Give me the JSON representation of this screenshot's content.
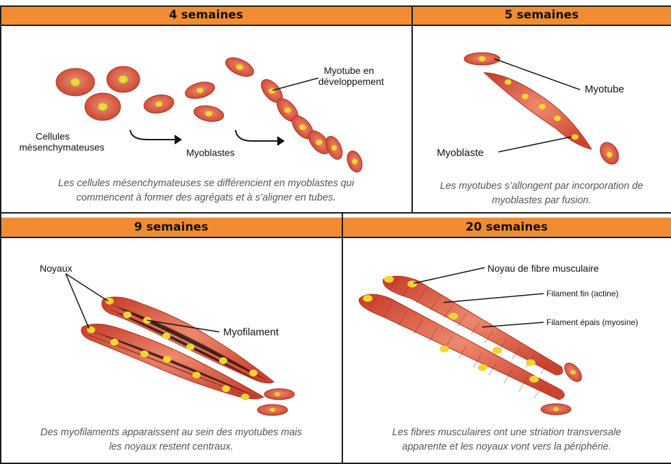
{
  "panels": {
    "p4": {
      "title": "4 semaines",
      "labels": {
        "cells_line1": "Cellules",
        "cells_line2": "mésenchymateuses",
        "myoblasts": "Myoblastes",
        "myotube_line1": "Myotube en",
        "myotube_line2": "développement"
      },
      "caption_line1": "Les cellules mésenchymateuses se différencient en myoblastes qui",
      "caption_line2": "commencent à former des agrégats et à s’aligner en tubes."
    },
    "p5": {
      "title": "5 semaines",
      "labels": {
        "myotube": "Myotube",
        "myoblast": "Myoblaste"
      },
      "caption_line1": "Les myotubes s’allongent par incorporation de",
      "caption_line2": "myoblastes par fusion."
    },
    "p9": {
      "title": "9 semaines",
      "labels": {
        "nuclei": "Noyaux",
        "myofilament": "Myofilament"
      },
      "caption_line1": "Des myofilaments apparaissent au sein des myotubes mais",
      "caption_line2": "les noyaux restent centraux."
    },
    "p20": {
      "title": "20 semaines",
      "labels": {
        "nucleus": "Noyau de fibre musculaire",
        "thin": "Filament fin (actine)",
        "thick": "Filament épais (myosine)"
      },
      "caption_line1": "Les fibres musculaires ont une striation transversale",
      "caption_line2": "apparente et les noyaux vont vers la périphérie."
    }
  },
  "colors": {
    "header": "#F28C33",
    "cell": "#D9533E",
    "cell_edge": "#B23A2A",
    "nucleus": "#F2D630",
    "caption": "#555555"
  }
}
